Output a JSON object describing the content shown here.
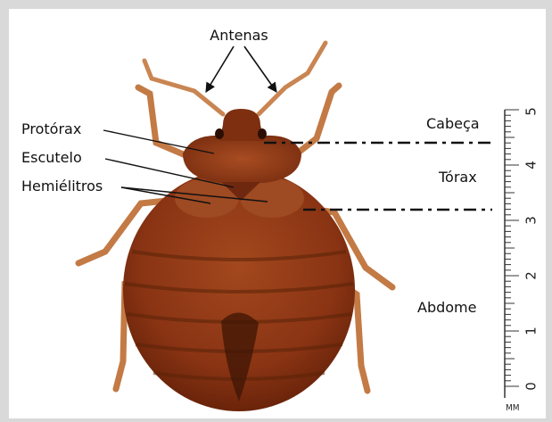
{
  "labels": {
    "antennae": "Antenas",
    "prothorax": "Protórax",
    "scutellum": "Escutelo",
    "hemelytra": "Hemiélitros",
    "head": "Cabeça",
    "thorax": "Tórax",
    "abdomen": "Abdome"
  },
  "scale": {
    "unit": "MM",
    "ticks": [
      "0",
      "1",
      "2",
      "3",
      "4",
      "5"
    ]
  },
  "colors": {
    "body": "#8f3a17",
    "band": "#5a2208",
    "legs": "#c37a45",
    "background_frame": "#d9d9d9"
  }
}
